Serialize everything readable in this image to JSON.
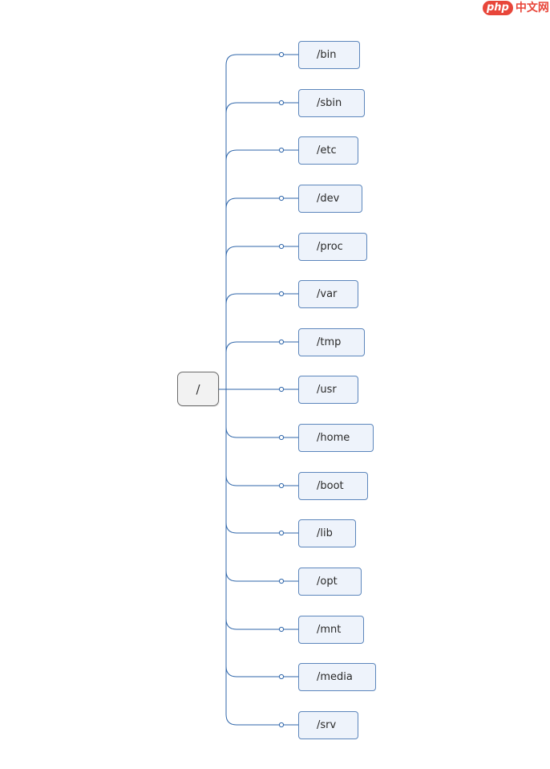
{
  "watermark": {
    "php": "php",
    "cn": "中文网"
  },
  "colors": {
    "connector": "#2f66aa",
    "child_border": "#5c86bc",
    "child_fill": "#eef3fb",
    "root_border": "#6b6b6b",
    "root_fill": "#f2f2f2",
    "watermark": "#e8463a"
  },
  "root": {
    "label": "/"
  },
  "children": [
    {
      "label": "/bin"
    },
    {
      "label": "/sbin"
    },
    {
      "label": "/etc"
    },
    {
      "label": "/dev"
    },
    {
      "label": "/proc"
    },
    {
      "label": "/var"
    },
    {
      "label": "/tmp"
    },
    {
      "label": "/usr"
    },
    {
      "label": "/home"
    },
    {
      "label": "/boot"
    },
    {
      "label": "/lib"
    },
    {
      "label": "/opt"
    },
    {
      "label": "/mnt"
    },
    {
      "label": "/media"
    },
    {
      "label": "/srv"
    }
  ]
}
